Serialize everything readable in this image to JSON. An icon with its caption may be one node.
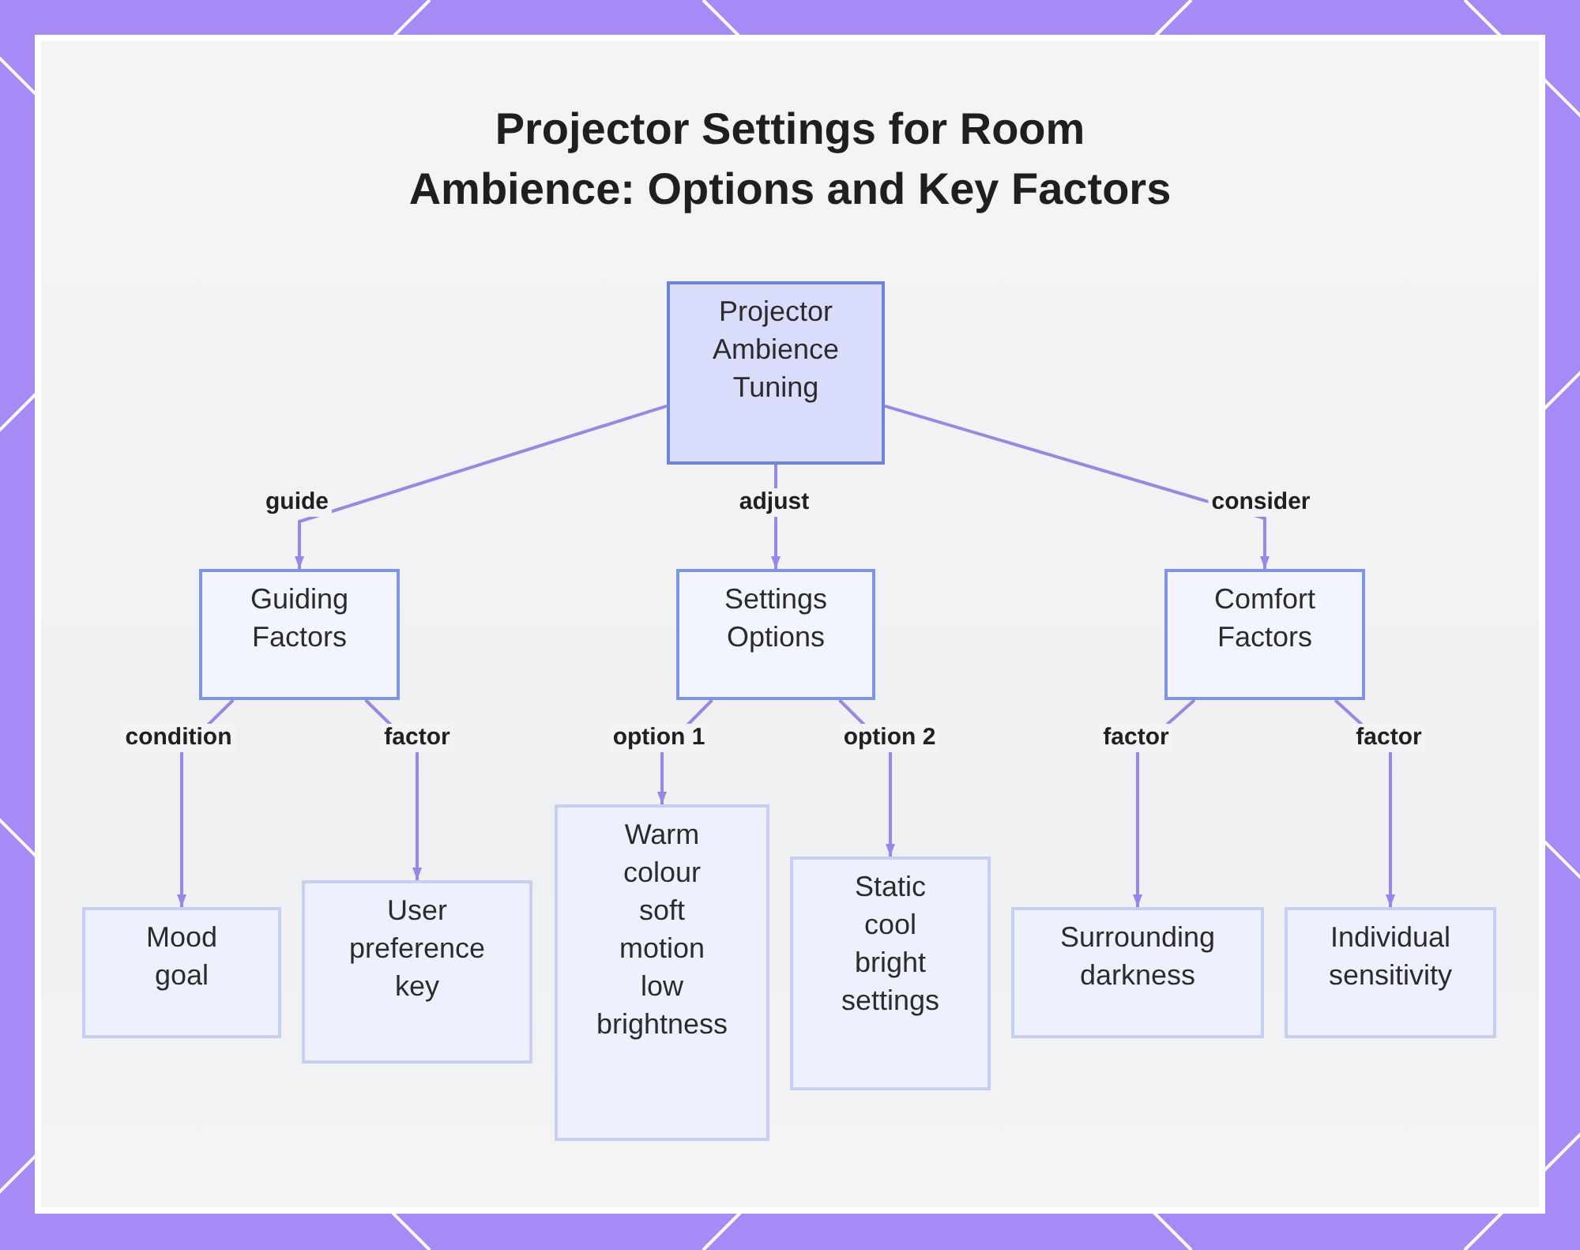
{
  "diagram": {
    "title": "Projector Settings for Room Ambience: Options and Key Factors",
    "nodes": [
      {
        "text": [
          "Projector Ambience Tuning"
        ]
      },
      {
        "text": [
          "Guiding Factors"
        ]
      },
      {
        "text": [
          "Settings Options"
        ]
      },
      {
        "text": [
          "Comfort Factors"
        ]
      },
      {
        "text": [
          "Mood goal"
        ]
      },
      {
        "text": [
          "User preference key"
        ]
      },
      {
        "text": [
          "Warm colour soft motion low brightness"
        ]
      },
      {
        "text": [
          "Static cool bright settings"
        ]
      },
      {
        "text": [
          "Surrounding darkness"
        ]
      },
      {
        "text": [
          "Individual sensitivity"
        ]
      }
    ],
    "edges": [
      {
        "from": 0,
        "to": 1,
        "arrow": "to",
        "label": "guide"
      },
      {
        "from": 0,
        "to": 2,
        "arrow": "to",
        "label": "adjust"
      },
      {
        "from": 0,
        "to": 3,
        "arrow": "to",
        "label": "consider"
      },
      {
        "from": 1,
        "to": 4,
        "arrow": "to",
        "label": "condition"
      },
      {
        "from": 1,
        "to": 5,
        "arrow": "to",
        "label": "factor"
      },
      {
        "from": 2,
        "to": 6,
        "arrow": "to",
        "label": "option 1"
      },
      {
        "from": 2,
        "to": 7,
        "arrow": "to",
        "label": "option 2"
      },
      {
        "from": 3,
        "to": 8,
        "arrow": "to",
        "label": "factor"
      },
      {
        "from": 3,
        "to": 9,
        "arrow": "to",
        "label": "factor"
      }
    ]
  }
}
